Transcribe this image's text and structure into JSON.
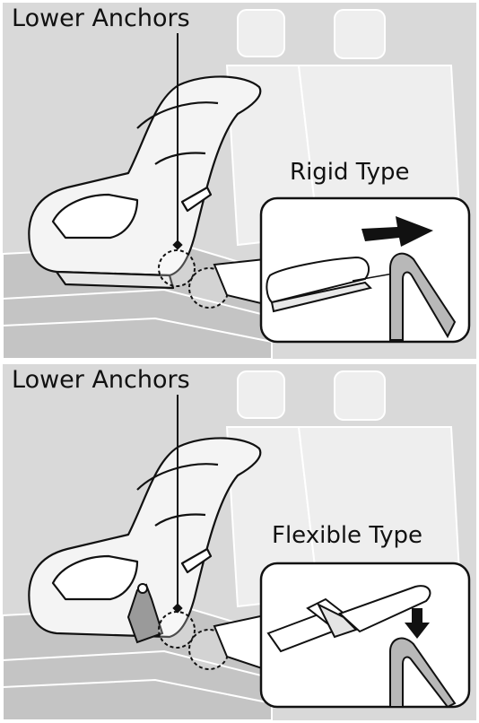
{
  "panels": [
    {
      "anchor_label": "Lower Anchors",
      "type_label": "Rigid Type"
    },
    {
      "anchor_label": "Lower Anchors",
      "type_label": "Flexible Type"
    }
  ],
  "colors": {
    "panel_bg": "#d9d9d9",
    "line": "#111111",
    "fill_white": "#ffffff",
    "fill_light": "#efefef",
    "fill_dark": "#b9b9b9"
  }
}
